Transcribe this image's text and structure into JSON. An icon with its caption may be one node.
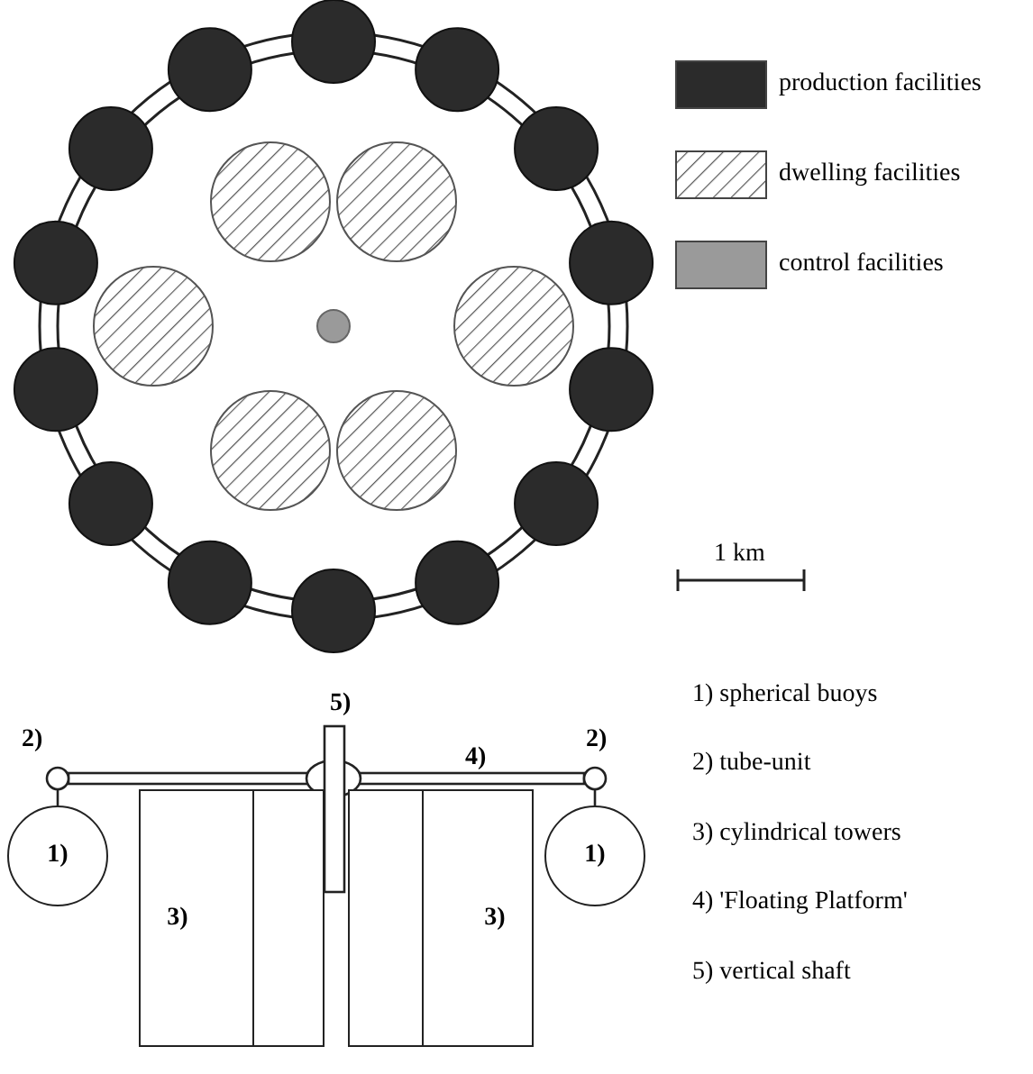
{
  "diagram": {
    "nodes": [
      {
        "text": [
          "1)"
        ]
      },
      {
        "text": [
          "3)"
        ]
      },
      {
        "text": [
          "3)"
        ]
      },
      {
        "text": [
          "1)"
        ]
      }
    ],
    "labels": [
      "1 km",
      "2)",
      "5)",
      "4)",
      "2)",
      "1) spherical buoys",
      "2) tube-unit",
      "3) cylindrical towers",
      "4) 'Floating Platform'",
      "5) vertical shaft"
    ],
    "legend": [
      {
        "text": "production facilities",
        "color": "#2b2b2b"
      },
      {
        "text": "dwelling facilities"
      },
      {
        "text": "control facilities",
        "color": "#9a9a9a"
      }
    ]
  }
}
